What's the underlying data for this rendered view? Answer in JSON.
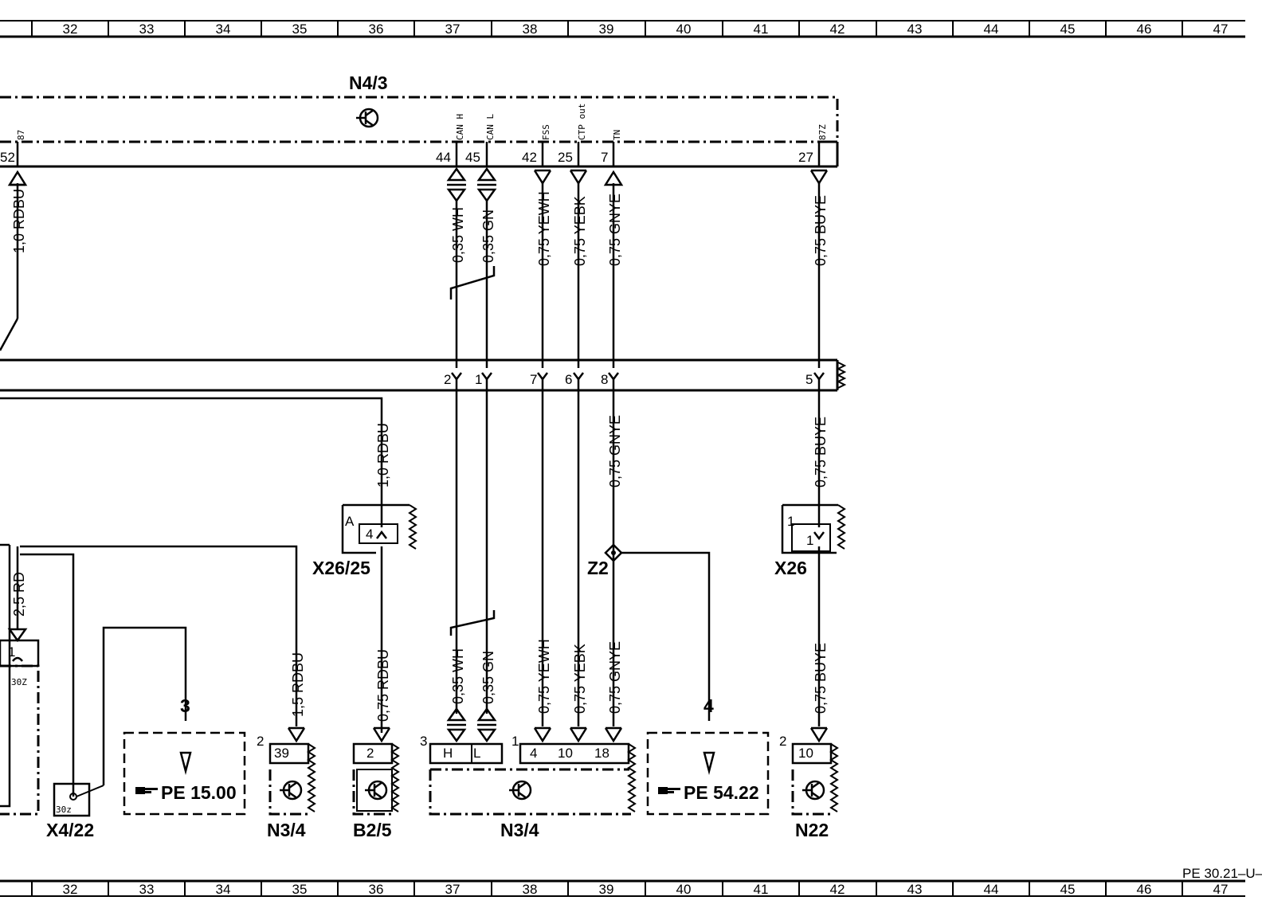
{
  "grid": {
    "columns": [
      "32",
      "33",
      "34",
      "35",
      "36",
      "37",
      "38",
      "39",
      "40",
      "41",
      "42",
      "43",
      "44",
      "45",
      "46",
      "47"
    ]
  },
  "components": {
    "n4_3": "N4/3",
    "x26_25": "X26/25",
    "z2": "Z2",
    "x26": "X26",
    "x4_22": "X4/22",
    "n3_4_a": "N3/4",
    "b2_5": "B2/5",
    "n3_4_b": "N3/4",
    "n22": "N22"
  },
  "references": {
    "ref3": "PE 15.00",
    "ref4": "PE 54.22",
    "arrow3": "3",
    "arrow4": "4"
  },
  "n4_3_pins": {
    "p52": "52",
    "p44": "44",
    "p45": "45",
    "p42": "42",
    "p25": "25",
    "p7": "7",
    "p27": "27",
    "s87": "87",
    "s_canh": "CAN H",
    "s_canl": "CAN L",
    "s_fss": "FSS",
    "s_ctp": "CTP out",
    "s_tn": "TN",
    "s_87z": "87Z"
  },
  "connector_pins": {
    "c2": "2",
    "c1": "1",
    "c7": "7",
    "c6": "6",
    "c8": "8",
    "c5": "5"
  },
  "wires": {
    "w_rdbu_top": "1,0 RDBU",
    "w_wh_top": "0,35 WH",
    "w_gn_top": "0,35 GN",
    "w_yewh_top": "0,75 YEWH",
    "w_yebk_top": "0,75 YEBK",
    "w_gnye_top": "0,75 GNYE",
    "w_buye_top": "0,75 BUYE",
    "w_rdbu_mid": "1,0 RDBU",
    "w_gnye_mid": "0,75 GNYE",
    "w_buye_mid": "0,75 BUYE",
    "w_rd": "2,5 RD",
    "w_rdbu_15": "1,5 RDBU",
    "w_rdbu_075": "0,75 RDBU",
    "w_wh_bot": "0,35 WH",
    "w_gn_bot": "0,35 GN",
    "w_yewh_bot": "0,75 YEWH",
    "w_yebk_bot": "0,75 YEBK",
    "w_gnye_bot": "0,75 GNYE",
    "w_buye_bot": "0,75 BUYE"
  },
  "bottom_pins": {
    "x4_30z_pin": "1",
    "x4_30z_label": "30Z",
    "x4_22_box": "30z",
    "x26_25_a": "A",
    "x26_25_4": "4",
    "x26_1a": "1",
    "x26_1b": "1",
    "n3_4a_conn": "2",
    "n3_4a_pin": "39",
    "b2_5_pin": "2",
    "n3_4b_conn3": "3",
    "n3_4b_h": "H",
    "n3_4b_l": "L",
    "n3_4b_conn1": "1",
    "n3_4b_4": "4",
    "n3_4b_10": "10",
    "n3_4b_18": "18",
    "n22_conn": "2",
    "n22_pin": "10"
  },
  "footer": {
    "doc_id": "PE 30.21–U–"
  }
}
